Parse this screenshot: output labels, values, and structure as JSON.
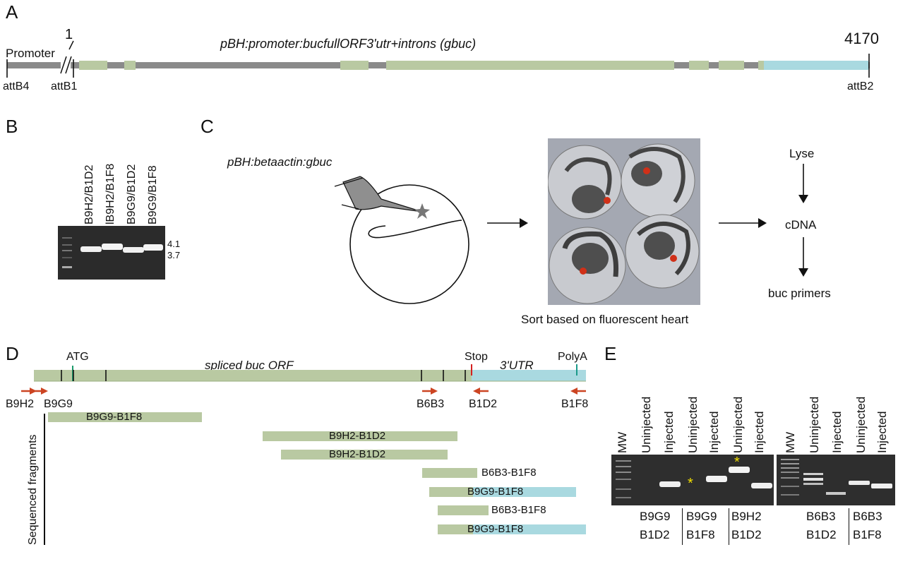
{
  "panelA": {
    "letter": "A",
    "title": "pBH:promoter:bucfullORF3'utr+introns (gbuc)",
    "promoter": "Promoter",
    "start": "1",
    "end": "4170",
    "attB4": "attB4",
    "attB1": "attB1",
    "attB2": "attB2"
  },
  "panelB": {
    "letter": "B",
    "lanes": [
      "B9H2/B1D2",
      "lB9H2/B1F8",
      "B9G9/B1D2",
      "B9G9/B1F8"
    ],
    "size_high": "4.1",
    "size_low": "3.7"
  },
  "panelC": {
    "letter": "C",
    "construct": "pBH:betaactin:gbuc",
    "sort_caption": "Sort based on fluorescent heart",
    "flow": [
      "Lyse",
      "cDNA",
      "buc primers"
    ]
  },
  "panelD": {
    "letter": "D",
    "orf_label": "spliced buc ORF",
    "utr_label": "3'UTR",
    "atg": "ATG",
    "stop": "Stop",
    "polya": "PolyA",
    "primers": [
      "B9H2",
      "B9G9",
      "B6B3",
      "B1D2",
      "B1F8"
    ],
    "side_label": "Sequenced fragments",
    "fragments": [
      "B9G9-B1F8",
      "B9H2-B1D2",
      "B9H2-B1D2",
      "B6B3-B1F8",
      "B9G9-B1F8",
      "B6B3-B1F8",
      "B9G9-B1F8"
    ]
  },
  "panelE": {
    "letter": "E",
    "left_lanes": [
      "MW",
      "Uninjected",
      "Injected",
      "Uninjected",
      "Injected",
      "Uninjected",
      "Injected"
    ],
    "right_lanes": [
      "MW",
      "Uninjected",
      "Injected",
      "Uninjected",
      "Injected"
    ],
    "left_groups": [
      [
        "B9G9",
        "B1D2"
      ],
      [
        "B9G9",
        "B1F8"
      ],
      [
        "B9H2",
        "B1D2"
      ]
    ],
    "right_groups": [
      [
        "B6B3",
        "B1D2"
      ],
      [
        "B6B3",
        "B1F8"
      ]
    ],
    "asterisk": "*"
  },
  "colors": {
    "exon": "#b9c9a2",
    "utr": "#a9d9e0",
    "intron": "#8a8a8a",
    "arrow": "#cc4422",
    "atg_mark": "#1a9a6a",
    "stop_mark": "#d42020",
    "asterisk": "#f3e000"
  }
}
